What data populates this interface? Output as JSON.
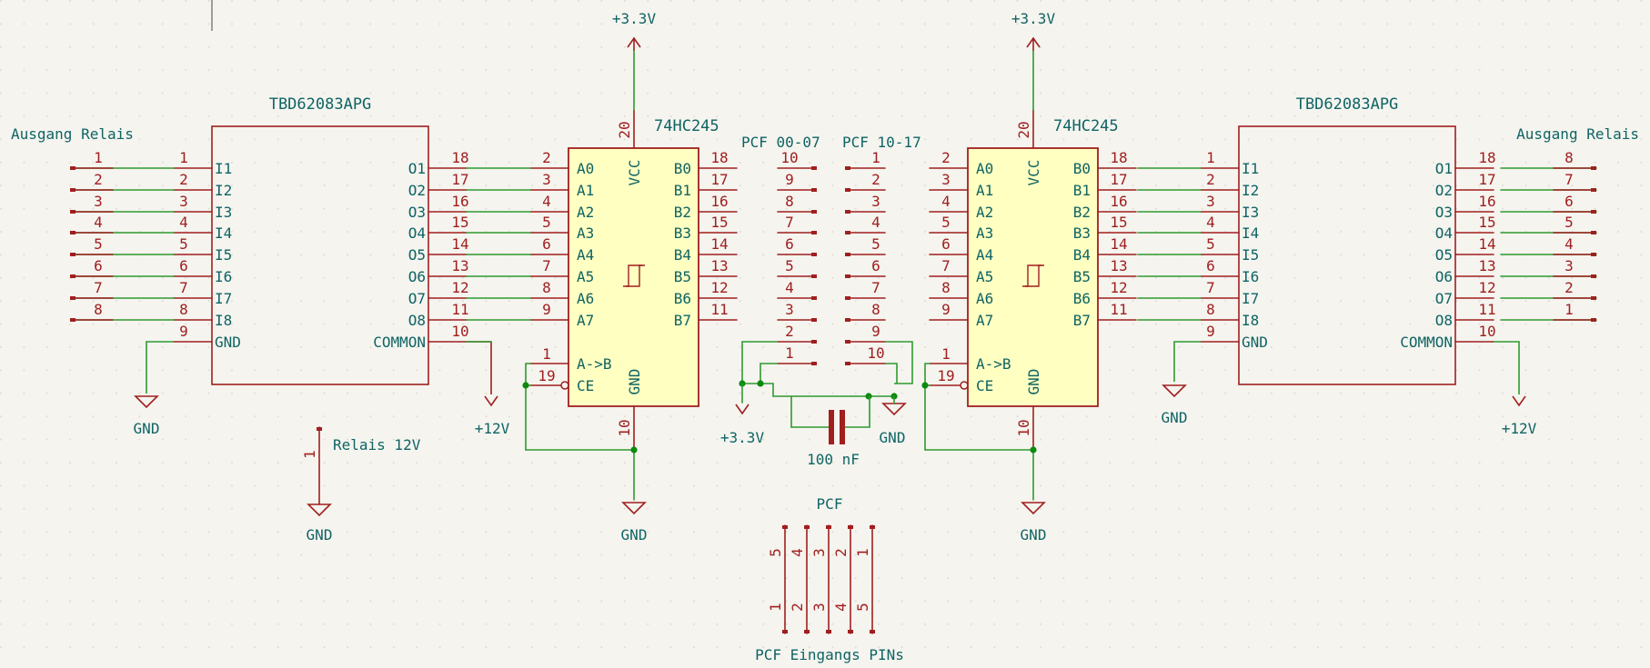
{
  "colors": {
    "background": "#f5f4ef",
    "body_fill": "#ffffc2",
    "body_stroke": "#a01f1f",
    "pin": "#a01f1f",
    "wire": "#2e9a2e",
    "text": "#0f6464",
    "junction": "#0d8a0d"
  },
  "icons": [
    "power-arrow-icon",
    "ground-icon",
    "capacitor-icon",
    "junction-dot-icon"
  ],
  "left_driver": {
    "title": "TBD62083APG",
    "inputs": [
      "I1",
      "I2",
      "I3",
      "I4",
      "I5",
      "I6",
      "I7",
      "I8"
    ],
    "input_pins": [
      "1",
      "2",
      "3",
      "4",
      "5",
      "6",
      "7",
      "8"
    ],
    "gnd_name": "GND",
    "gnd_pin": "9",
    "outputs": [
      "O1",
      "O2",
      "O3",
      "O4",
      "O5",
      "O6",
      "O7",
      "O8"
    ],
    "output_pins": [
      "18",
      "17",
      "16",
      "15",
      "14",
      "13",
      "12",
      "11"
    ],
    "common_name": "COMMON",
    "common_pin": "10"
  },
  "right_driver": {
    "title": "TBD62083APG",
    "inputs": [
      "I1",
      "I2",
      "I3",
      "I4",
      "I5",
      "I6",
      "I7",
      "I8"
    ],
    "input_pins": [
      "1",
      "2",
      "3",
      "4",
      "5",
      "6",
      "7",
      "8"
    ],
    "gnd_name": "GND",
    "gnd_pin": "9",
    "outputs": [
      "O1",
      "O2",
      "O3",
      "O4",
      "O5",
      "O6",
      "O7",
      "O8"
    ],
    "output_pins": [
      "18",
      "17",
      "16",
      "15",
      "14",
      "13",
      "12",
      "11"
    ],
    "common_name": "COMMON",
    "common_pin": "10"
  },
  "left_buffer": {
    "title": "74HC245",
    "a_names": [
      "A0",
      "A1",
      "A2",
      "A3",
      "A4",
      "A5",
      "A6",
      "A7"
    ],
    "a_pins": [
      "2",
      "3",
      "4",
      "5",
      "6",
      "7",
      "8",
      "9"
    ],
    "b_names": [
      "B0",
      "B1",
      "B2",
      "B3",
      "B4",
      "B5",
      "B6",
      "B7"
    ],
    "b_pins": [
      "18",
      "17",
      "16",
      "15",
      "14",
      "13",
      "12",
      "11"
    ],
    "vcc_name": "VCC",
    "vcc_pin": "20",
    "gnd_name": "GND",
    "gnd_pin": "10",
    "dir_name": "A->B",
    "dir_pin": "1",
    "ce_name": "CE",
    "ce_pin": "19"
  },
  "right_buffer": {
    "title": "74HC245",
    "a_names": [
      "A0",
      "A1",
      "A2",
      "A3",
      "A4",
      "A5",
      "A6",
      "A7"
    ],
    "a_pins": [
      "2",
      "3",
      "4",
      "5",
      "6",
      "7",
      "8",
      "9"
    ],
    "b_names": [
      "B0",
      "B1",
      "B2",
      "B3",
      "B4",
      "B5",
      "B6",
      "B7"
    ],
    "b_pins": [
      "18",
      "17",
      "16",
      "15",
      "14",
      "13",
      "12",
      "11"
    ],
    "vcc_name": "VCC",
    "vcc_pin": "20",
    "gnd_name": "GND",
    "gnd_pin": "10",
    "dir_name": "A->B",
    "dir_pin": "1",
    "ce_name": "CE",
    "ce_pin": "19"
  },
  "connectors": {
    "ausgang_left": {
      "label": "Ausgang Relais",
      "pins": [
        "1",
        "2",
        "3",
        "4",
        "5",
        "6",
        "7",
        "8"
      ]
    },
    "ausgang_right": {
      "label": "Ausgang Relais",
      "pins": [
        "8",
        "7",
        "6",
        "5",
        "4",
        "3",
        "2",
        "1"
      ]
    },
    "pcf_00_07": {
      "label": "PCF 00-07",
      "pins": [
        "10",
        "9",
        "8",
        "7",
        "6",
        "5",
        "4",
        "3",
        "2",
        "1"
      ]
    },
    "pcf_10_17": {
      "label": "PCF 10-17",
      "pins": [
        "1",
        "2",
        "3",
        "4",
        "5",
        "6",
        "7",
        "8",
        "9",
        "10"
      ]
    },
    "relais_12v": {
      "label": "Relais 12V",
      "pin": "1"
    },
    "pcf_header": {
      "title": "PCF",
      "subtitle": "PCF Eingangs PINs",
      "top_pins": [
        "5",
        "4",
        "3",
        "2",
        "1"
      ],
      "bottom_pins": [
        "1",
        "2",
        "3",
        "4",
        "5"
      ]
    }
  },
  "capacitor": {
    "value": "100 nF"
  },
  "power": {
    "v33": "+3.3V",
    "gnd": "GND",
    "v12": "+12V"
  }
}
